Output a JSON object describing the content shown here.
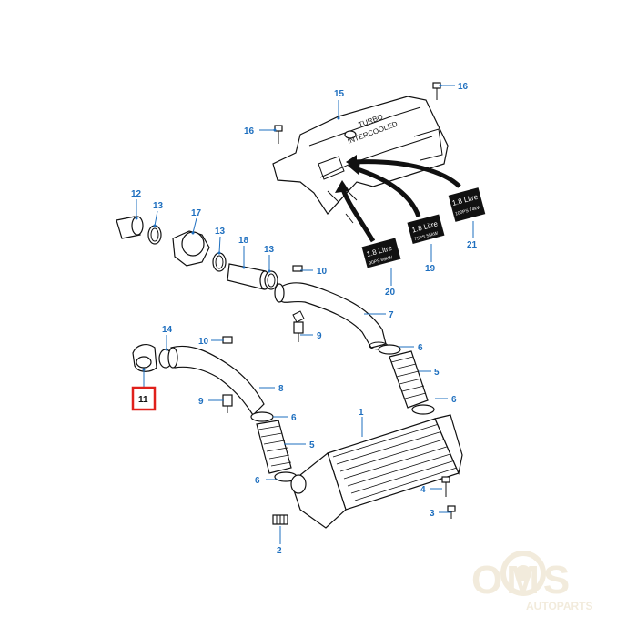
{
  "diagram": {
    "callouts": [
      "15",
      "16",
      "16",
      "12",
      "13",
      "17",
      "13",
      "18",
      "13",
      "10",
      "7",
      "9",
      "14",
      "10",
      "11",
      "8",
      "9",
      "6",
      "5",
      "6",
      "6",
      "5",
      "1",
      "6",
      "4",
      "3",
      "2",
      "20",
      "19",
      "21"
    ],
    "highlight_callout": "11",
    "highlight_color": "#e0201b",
    "callout_color": "#1e6fbf",
    "cover_text": {
      "line1": "TURBO",
      "line2": "INTERCOOLED"
    },
    "badges": [
      {
        "big": "1.8 Litre",
        "small": "90PS 66kW"
      },
      {
        "big": "1.8 Litre",
        "small": "75PS 55kW"
      },
      {
        "big": "1.8 Litre",
        "small": "100PS 74kW"
      }
    ]
  },
  "watermark": {
    "brand": "OMS",
    "sub": "AUTOPARTS",
    "color": "#e8dcc0"
  }
}
